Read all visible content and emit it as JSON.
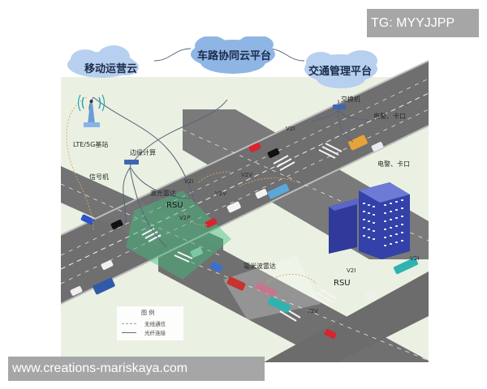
{
  "clouds": {
    "mobile_operator": "移动运营云",
    "vehicle_road_platform": "车路协同云平台",
    "traffic_management": "交通管理平台"
  },
  "devices": {
    "base_station": "LTE/5G基站",
    "edge_computing": "边缘计算",
    "signal_controller": "信号机",
    "lidar": "激光雷达",
    "switch": "交换机",
    "e_police_top": "电警、卡口",
    "e_police_right": "电警、卡口",
    "mmwave_radar": "毫米波雷达",
    "rsu_left": "RSU",
    "rsu_right": "RSU"
  },
  "links": {
    "v2i_1": "V2I",
    "v2v_1": "V2V",
    "v2v_2": "V2V",
    "v2p": "V2P",
    "v2i_top": "V2I",
    "v2i_mid": "V2I",
    "v2i_right": "V2I",
    "v2v_bottom": "V2V"
  },
  "legend": {
    "title": "图 例",
    "items": [
      {
        "style": "dashed",
        "label": "无线通信"
      },
      {
        "style": "solid",
        "label": "光纤连接"
      }
    ]
  },
  "watermarks": {
    "top_right": "TG: MYYJJPP",
    "bottom_left": "www.creations-mariskaya.com"
  },
  "colors": {
    "ground": "#eaf1e2",
    "road": "#6e6e6e",
    "cloud": "#a9c6ea",
    "cloud_center": "#7ea8dc",
    "building": "#3b45a8",
    "detection_zone": "#3fbf7f",
    "watermark_bg": "#a6a6a6"
  }
}
